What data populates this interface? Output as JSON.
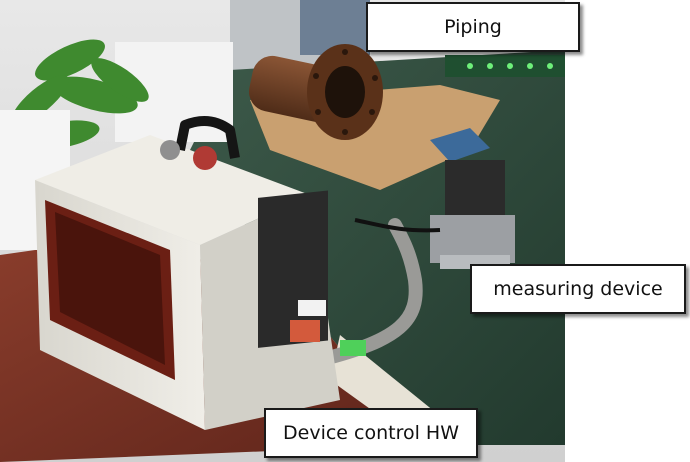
{
  "labels": {
    "piping": "Piping",
    "measuring_device": "measuring device",
    "device_control_hw": "Device control HW"
  },
  "colors": {
    "table_green": "#2e4a3c",
    "floor_wood": "#7a3326",
    "enclosure_white": "#e6e4dc",
    "pipe_rust": "#6e4026",
    "cardboard": "#c49a68",
    "cable_grey": "#8a8a88",
    "sensor_blue": "#3c6a9a",
    "indicator_green": "#4fd05a"
  }
}
